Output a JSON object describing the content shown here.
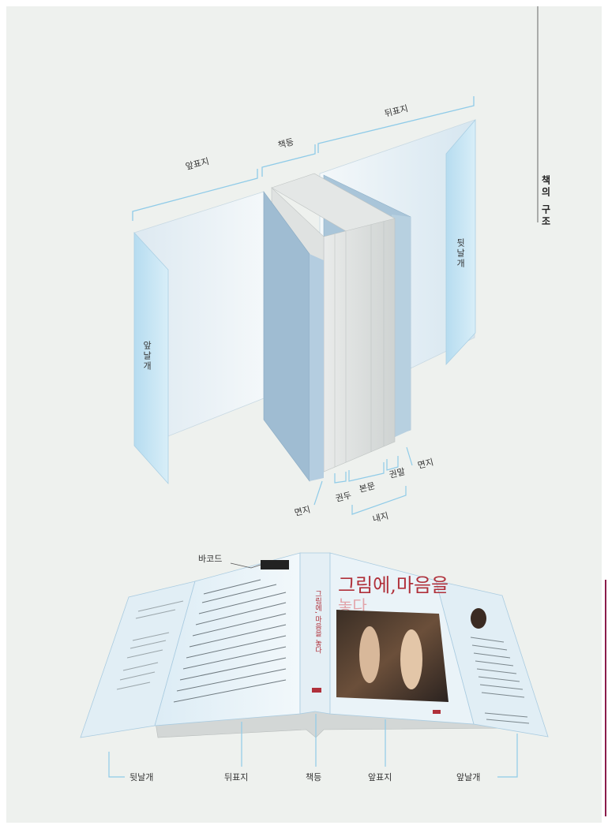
{
  "side_title": "책의 구조",
  "top_diagram": {
    "labels": {
      "front_cover": "앞표지",
      "spine": "책등",
      "back_cover": "뒤표지",
      "front_flap": "앞날개",
      "back_flap": "뒷날개",
      "endpaper_front": "면지",
      "endpaper_back": "면지",
      "head": "권두",
      "body": "본문",
      "tail": "권말",
      "inner_pages": "내지"
    }
  },
  "bottom_diagram": {
    "barcode_label": "바코드",
    "book_title_line1": "그림에,마음을",
    "book_title_line2": "놓다",
    "spine_title": "그림에, 마음을 놓다",
    "labels": {
      "back_flap": "뒷날개",
      "back_cover": "뒤표지",
      "spine": "책등",
      "front_cover": "앞표지",
      "front_flap": "앞날개"
    }
  },
  "colors": {
    "background": "#ffffff",
    "panel": "#eef1ee",
    "cover_light": "#eaf3f8",
    "cover_mid": "#c9e2f0",
    "flap": "#bfe0f2",
    "endpaper": "#9fbfd6",
    "page_block": "#d9dcdb",
    "bracket": "#8fcbe8",
    "accent_red": "#b0303a"
  }
}
